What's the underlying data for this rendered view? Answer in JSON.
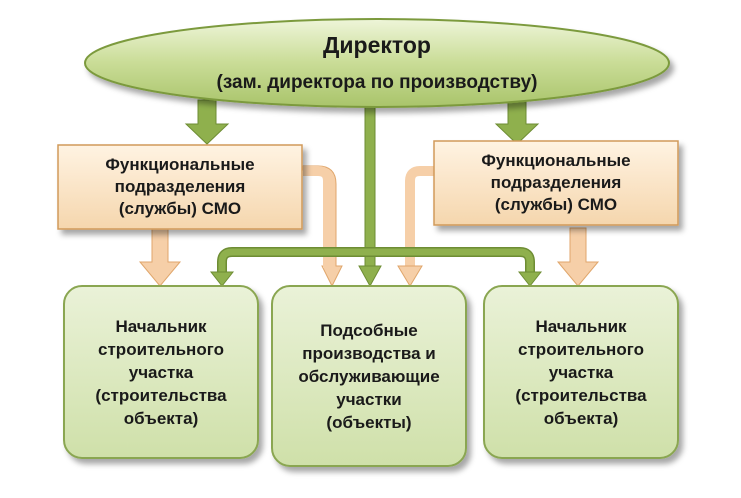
{
  "director": {
    "title": "Директор",
    "subtitle": "(зам. директора по производству)"
  },
  "functional_left": {
    "lines": [
      "Функциональные",
      "подразделения",
      "(службы) СМО"
    ]
  },
  "functional_right": {
    "lines": [
      "Функциональные",
      "подразделения",
      "(службы) СМО"
    ]
  },
  "site_left": {
    "lines": [
      "Начальник",
      "строительного",
      "участка",
      "(строительства",
      "объекта)"
    ]
  },
  "subsidiary": {
    "lines": [
      "Подсобные",
      "производства и",
      "обслуживающие",
      "участки",
      "(объекты)"
    ]
  },
  "site_right": {
    "lines": [
      "Начальник",
      "строительного",
      "участка",
      "(строительства",
      "объекта)"
    ]
  },
  "colors": {
    "green_fill": "#d7e6b8",
    "green_border": "#8aa651",
    "director_fill": "#c3d88f",
    "orange_fill": "#fbe3c6",
    "orange_border": "#d19a5a",
    "green_arrow": "#8fb04d",
    "orange_arrow": "#f2c79b"
  }
}
